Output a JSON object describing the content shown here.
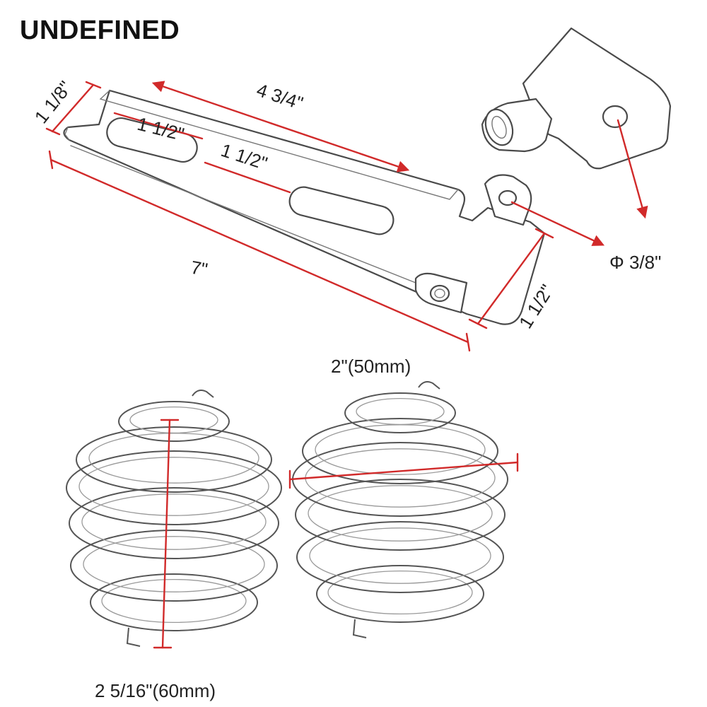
{
  "brand": "UNDEFINED",
  "colors": {
    "dimension_line": "#d12a2a",
    "outline": "#4a4a4a",
    "text": "#222222"
  },
  "bracket_dimensions": {
    "width": "1 1/8\"",
    "slot_span": "4 3/4\"",
    "slot_length": "1 1/2\"",
    "slot_gap": "1 1/2\"",
    "overall_length": "7\"",
    "end_height": "1 1/2\"",
    "hole_diameter": "Φ 3/8\""
  },
  "spring_dimensions": {
    "width": "2\"(50mm)",
    "height": "2 5/16\"(60mm)"
  }
}
